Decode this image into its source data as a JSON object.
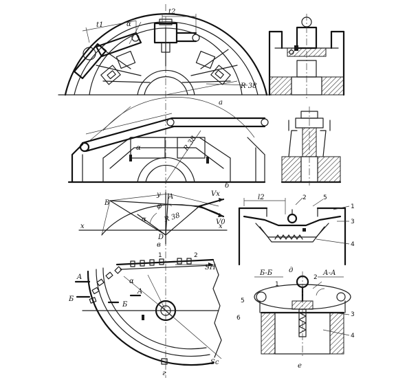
{
  "labels": {
    "a": "a",
    "b": "б",
    "v": "в",
    "g": "г",
    "d": "д",
    "e": "е",
    "t1": "t1",
    "t2": "t2",
    "alpha_a": "α",
    "r_a": "R 38",
    "alpha_b": "α",
    "r_b": "R 38",
    "B": "B",
    "A": "A",
    "y": "y",
    "phi": "φ",
    "alpha_v": "α",
    "r_v": "R 38",
    "x_left": "x",
    "x_right": "x",
    "D": "D",
    "Vx": "Vx",
    "V0": "V0",
    "l2": "l2",
    "d_2": "2",
    "d_5": "5",
    "d_1": "1",
    "d_3": "3",
    "d_4": "4",
    "g_1": "1",
    "g_2": "2",
    "SH": "SH",
    "Sc": "Sc",
    "g_A_top": "A",
    "g_A_mid": "A",
    "g_B_left": "Б",
    "g_B_mid": "Б",
    "alpha_g": "α",
    "e_BB": "Б-Б",
    "e_AA": "А-А",
    "e_1": "1",
    "e_2": "2",
    "e_3": "3",
    "e_4": "4",
    "e_5": "5",
    "e_6": "6"
  }
}
